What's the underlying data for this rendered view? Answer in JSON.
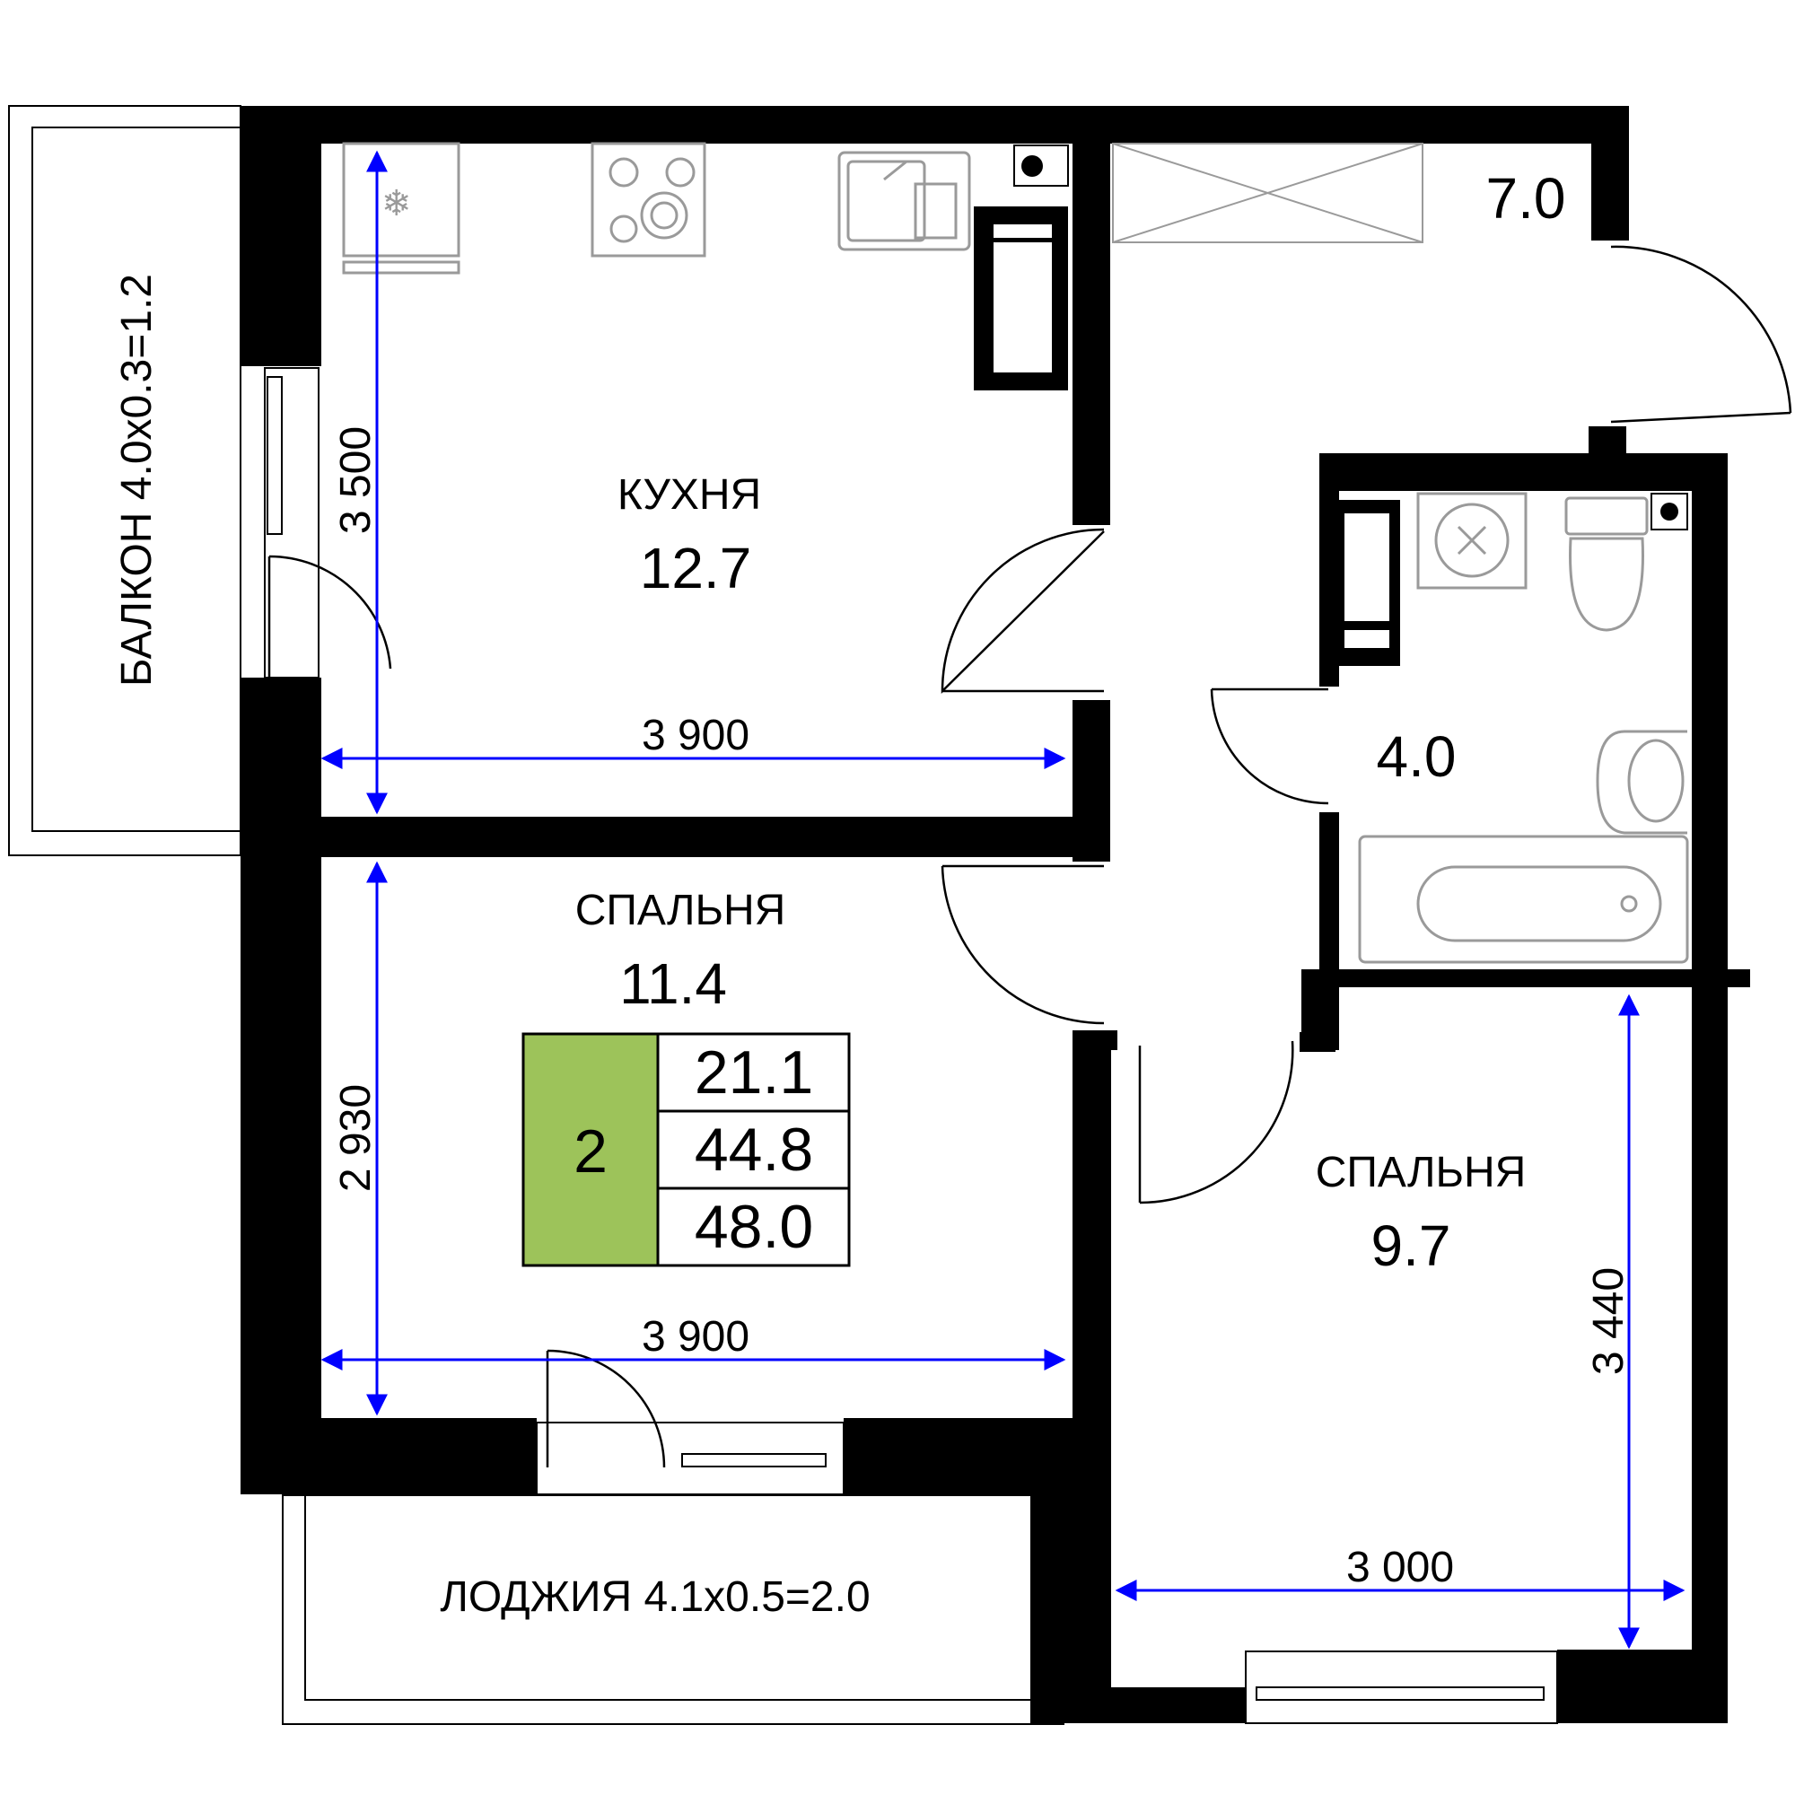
{
  "colors": {
    "wall": "#000000",
    "dimension": "#0000ff",
    "room_count_badge": "#9dc35a",
    "fixtures": "#9a9a9a"
  },
  "rooms": {
    "kitchen": {
      "name": "КУХНЯ",
      "area": "12.7"
    },
    "bedroom_1": {
      "name": "СПАЛЬНЯ",
      "area": "11.4"
    },
    "bedroom_2": {
      "name": "СПАЛЬНЯ",
      "area": "9.7"
    },
    "bathroom": {
      "area": "4.0"
    },
    "hallway": {
      "area": "7.0"
    }
  },
  "balcony": {
    "label": "БАЛКОН 4.0х0.3=1.2"
  },
  "loggia": {
    "label": "ЛОДЖИЯ 4.1х0.5=2.0"
  },
  "dimensions": {
    "kitchen_width": "3 900",
    "kitchen_depth": "3 500",
    "bedroom_1_width": "3 900",
    "bedroom_1_depth": "2 930",
    "bedroom_2_width": "3 000",
    "bedroom_2_depth": "3 440"
  },
  "summary": {
    "rooms": "2",
    "living_area": "21.1",
    "total_area": "44.8",
    "total_with_outdoor": "48.0"
  },
  "icons": [
    "fridge-snowflake-icon",
    "stove-icon",
    "sink-icon",
    "washing-machine-icon",
    "toilet-icon",
    "washbasin-icon",
    "bathtub-icon",
    "ventilation-shaft-icon"
  ]
}
